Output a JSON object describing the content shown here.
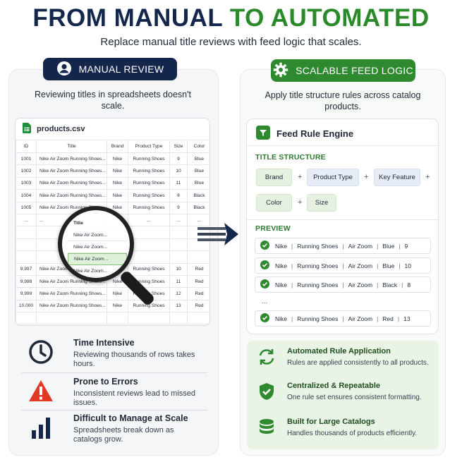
{
  "header": {
    "title_part1": "FROM MANUAL",
    "title_part2": "TO AUTOMATED",
    "subtitle": "Replace manual title reviews with feed logic that scales.",
    "colors": {
      "navy": "#15264d",
      "green": "#2a8a2a"
    }
  },
  "left": {
    "pill_label": "MANUAL REVIEW",
    "pill_icon": "user-icon",
    "caption": "Reviewing titles in spreadsheets doesn't scale.",
    "sheet": {
      "filename": "products.csv",
      "file_icon": "sheets-file-icon",
      "columns": [
        "ID",
        "Title",
        "Brand",
        "Product Type",
        "Size",
        "Color"
      ],
      "rows": [
        [
          "1001",
          "Nike Air Zoom Running Shoes...",
          "Nike",
          "Running Shoes",
          "9",
          "Blue"
        ],
        [
          "1002",
          "Nike Air Zoom Running Shoes...",
          "Nike",
          "Running Shoes",
          "10",
          "Blue"
        ],
        [
          "1003",
          "Nike Air Zoom Running Shoes...",
          "Nike",
          "Running Shoes",
          "11",
          "Blue"
        ],
        [
          "1004",
          "Nike Air Zoom Running Shoes...",
          "Nike",
          "Running Shoes",
          "8",
          "Black"
        ],
        [
          "1005",
          "Nike Air Zoom Running Shoes...",
          "Nike",
          "Running Shoes",
          "9",
          "Black"
        ],
        [
          "...",
          "...",
          "...",
          "...",
          "...",
          "..."
        ],
        [
          "",
          "",
          "",
          "",
          "",
          ""
        ],
        [
          "",
          "",
          "",
          "",
          "",
          ""
        ],
        [
          "",
          "",
          "",
          "",
          "",
          ""
        ],
        [
          "9,997",
          "Nike Air Zoom Running Shoes...",
          "Nike",
          "Running Shoes",
          "10",
          "Red"
        ],
        [
          "9,998",
          "Nike Air Zoom Running Shoes...",
          "Nike",
          "Running Shoes",
          "11",
          "Red"
        ],
        [
          "9,999",
          "Nike Air Zoom Running Shoes...",
          "Nike",
          "Running Shoes",
          "12",
          "Red"
        ],
        [
          "10,000",
          "Nike Air Zoom Running Shoes...",
          "Nike",
          "Running Shoes",
          "13",
          "Red"
        ],
        [
          "",
          "",
          "",
          "",
          "",
          ""
        ]
      ]
    },
    "magnifier": {
      "header": "Title",
      "rows": [
        "Nike Air Zoom...",
        "Nike Air Zoom...",
        "Nike Air Zoom...",
        "Nike Air Zoom..."
      ],
      "highlight_index": 2
    },
    "features": [
      {
        "icon": "clock-icon",
        "title": "Time Intensive",
        "desc": "Reviewing thousands of rows takes hours."
      },
      {
        "icon": "warning-icon",
        "title": "Prone to Errors",
        "desc": "Inconsistent reviews lead to missed issues."
      },
      {
        "icon": "bar-chart-icon",
        "title": "Difficult to Manage at Scale",
        "desc": "Spreadsheets break down as catalogs grow."
      }
    ]
  },
  "right": {
    "pill_label": "SCALABLE FEED LOGIC",
    "pill_icon": "gear-icon",
    "caption": "Apply title structure rules across catalog products.",
    "engine": {
      "title": "Feed Rule Engine",
      "title_icon": "filter-icon",
      "structure_label": "TITLE STRUCTURE",
      "tokens": [
        "Brand",
        "Product Type",
        "Key Feature",
        "Color",
        "Size"
      ],
      "plus": "+",
      "preview_label": "PREVIEW",
      "preview_rows": [
        [
          "Nike",
          "Running Shoes",
          "Air Zoom",
          "Blue",
          "9"
        ],
        [
          "Nike",
          "Running Shoes",
          "Air Zoom",
          "Blue",
          "10"
        ],
        [
          "Nike",
          "Running Shoes",
          "Air Zoom",
          "Black",
          "8"
        ],
        [
          "Nike",
          "Running Shoes",
          "Air Zoom",
          "Red",
          "13"
        ]
      ],
      "preview_separator": "|",
      "ellipsis": "..."
    },
    "features": [
      {
        "icon": "sync-icon",
        "title": "Automated Rule Application",
        "desc": "Rules are applied consistently to all products."
      },
      {
        "icon": "shield-check-icon",
        "title": "Centralized & Repeatable",
        "desc": "One rule set ensures consistent formatting."
      },
      {
        "icon": "database-icon",
        "title": "Built for Large Catalogs",
        "desc": "Handles thousands of products efficiently."
      }
    ]
  }
}
